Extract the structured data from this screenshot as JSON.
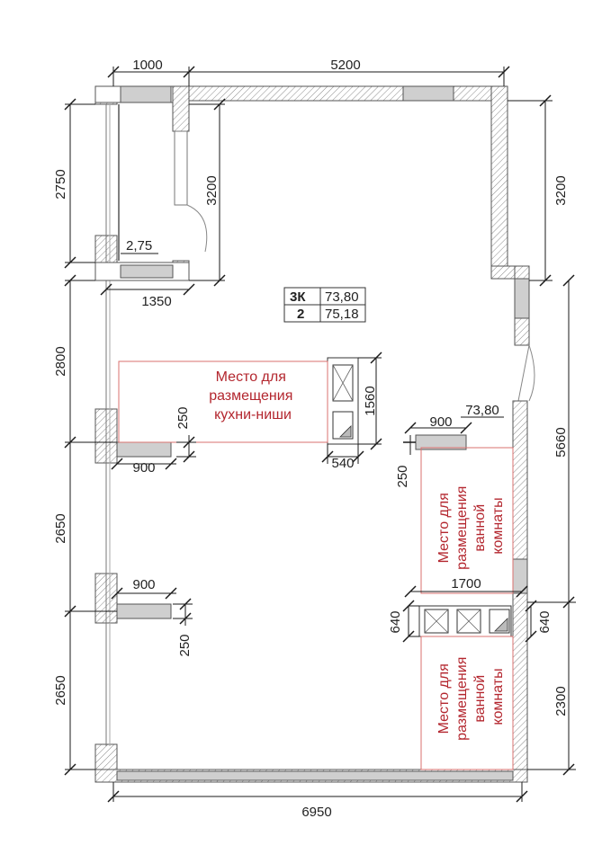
{
  "plan": {
    "dimensions": {
      "top_balcony_width": "1000",
      "top_main_width": "5200",
      "bottom_width": "6950",
      "left_balcony_height": "2750",
      "loggia_inner_height": "3200",
      "right_top_height": "3200",
      "right_mid_height": "5660",
      "right_bottom_height": "2300",
      "left_segment_1": "2800",
      "left_segment_2": "2650",
      "left_segment_3": "2650",
      "balcony_wall_width": "1350",
      "balcony_area": "2,75",
      "pier_1_width": "900",
      "pier_1_thickness": "250",
      "pier_2_width": "900",
      "pier_2_thickness": "250",
      "bath_pier_width": "900",
      "bath_pier_thickness": "250",
      "bath_zone_width": "1700",
      "bath_box_left": "640",
      "bath_box_right": "640",
      "kitchen_unit_width": "540",
      "kitchen_unit_length": "1560",
      "bath_label_area": "73,80"
    },
    "area_table": {
      "row1_label": "3К",
      "row1_value": "73,80",
      "row2_label": "2",
      "row2_value": "75,18"
    },
    "zones": {
      "kitchen": [
        "Место для",
        "размещения",
        "кухни-ниши"
      ],
      "bath_1": [
        "Место для",
        "размещения",
        "ванной",
        "комнаты"
      ],
      "bath_2": [
        "Место для",
        "размещения",
        "ванной",
        "комнаты"
      ]
    },
    "colors": {
      "wall": "#9a9a9a",
      "wall_fill": "#d4d4d4",
      "zone_outline": "#d9706f",
      "zone_text": "#b3262e",
      "dim_line": "#1a1a1a"
    }
  }
}
